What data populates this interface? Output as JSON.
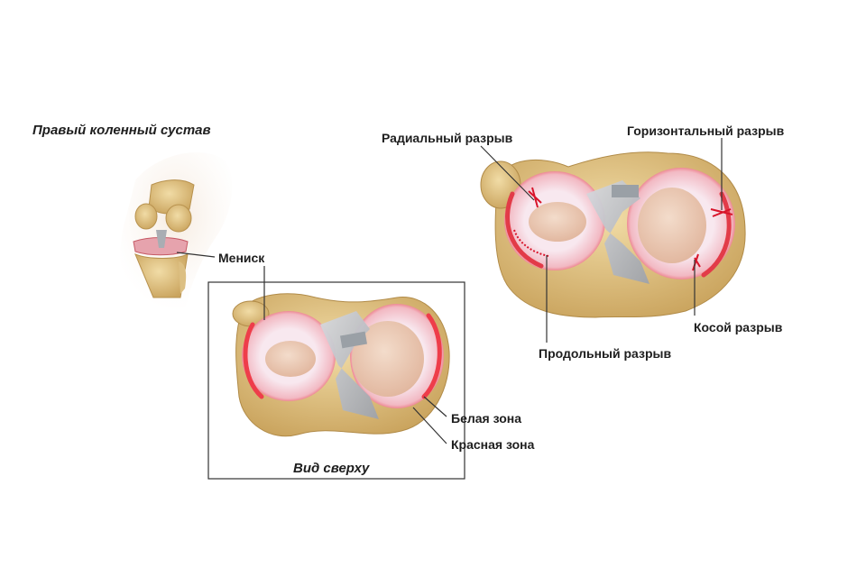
{
  "labels": {
    "title": "Правый коленный сустав",
    "meniscus": "Мениск",
    "top_view": "Вид сверху",
    "white_zone": "Белая зона",
    "red_zone": "Красная зона",
    "radial_tear": "Радиальный разрыв",
    "horizontal_tear": "Горизонтальный разрыв",
    "oblique_tear": "Косой разрыв",
    "longitudinal_tear": "Продольный разрыв"
  },
  "colors": {
    "bone": "#e6c98a",
    "bone_shadow": "#c9a35c",
    "cartilage": "#eecfb8",
    "meniscus_white": "#f6e3ec",
    "meniscus_red": "#ee4a55",
    "ligament": "#b9bcc2",
    "tear": "#d8142a",
    "leader_line": "#333333",
    "frame": "#333333"
  }
}
